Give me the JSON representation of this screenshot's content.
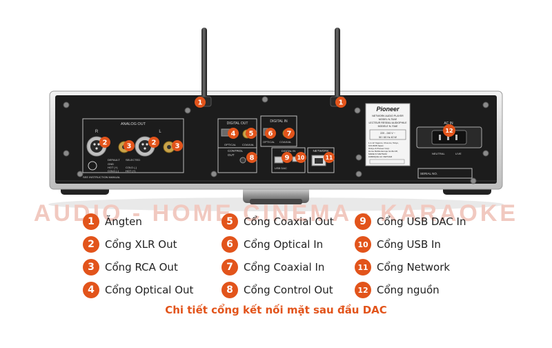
{
  "device_panel": {
    "analog_out": "ANALOG OUT",
    "left": "L",
    "right": "R",
    "default": "DEFAULT",
    "selected": "SELECTED",
    "gnd": "GND",
    "hot_plus": "HOT (+)",
    "cold_minus": "COLD (-)",
    "cold_minus_sel": "COLD (-)",
    "hot_plus_sel": "HOT (+)",
    "instruction": "SEE INSTRUCTION MANUAL",
    "digital_out": "DIGITAL OUT",
    "digital_in": "DIGITAL IN",
    "optical_out": "OPTICAL",
    "coaxial_out": "COAXIAL",
    "optical_in": "OPTICAL",
    "coaxial_in": "COAXIAL",
    "control": "CONTROL",
    "control_out": "OUT",
    "digital_in_usb": "DIGITAL IN",
    "usb_dac": "USB DAC",
    "network": "NETWORK",
    "brand": "Pioneer",
    "model_lines": [
      "NETWORK AUDIO PLAYER",
      "MODEL N-70AE",
      "LECTEUR RESEAU AUDIOPHILE",
      "MODELE N-70AE"
    ],
    "rating_lines": [
      "220 - 240 V ~",
      "50 / 60 Hz  40 W"
    ],
    "address_lines": [
      "1-1-12 Yagumo, Chuo-ku, Tokyo,",
      "104-0028 Japan",
      "Onkyo & Pioneer Corp.",
      "Home Mobile Europe GmbH 28,",
      "MADE IN VIETNAM",
      "FABRIQUE AU VIETNAM"
    ],
    "ac_in": "AC IN",
    "neutral": "NEUTRAL",
    "live": "LIVE",
    "serial": "SERIAL NO."
  },
  "markers": {
    "antenna_left": "1",
    "antenna_right": "1",
    "xlr_right": "2",
    "rca_right": "3",
    "xlr_left": "2",
    "rca_left": "3",
    "optical_out": "4",
    "coaxial_out": "5",
    "optical_in": "6",
    "coaxial_in": "7",
    "control_out": "8",
    "usb_dac": "9",
    "usb_in": "10",
    "network": "11",
    "power": "12"
  },
  "watermark": "AUDIO - HOME CINEMA - KARAOKE",
  "legend": [
    {
      "num": "1",
      "label": "Ăngten"
    },
    {
      "num": "2",
      "label": "Cổng XLR Out"
    },
    {
      "num": "3",
      "label": "Cổng RCA Out"
    },
    {
      "num": "4",
      "label": "Cổng Optical Out"
    },
    {
      "num": "5",
      "label": "Cổng Coaxial Out"
    },
    {
      "num": "6",
      "label": "Cổng Optical In"
    },
    {
      "num": "7",
      "label": "Cổng Coaxial In"
    },
    {
      "num": "8",
      "label": "Cổng Control Out"
    },
    {
      "num": "9",
      "label": "Cổng USB DAC In"
    },
    {
      "num": "10",
      "label": "Cổng USB In"
    },
    {
      "num": "11",
      "label": "Cổng Network"
    },
    {
      "num": "12",
      "label": "Cổng nguồn"
    }
  ],
  "caption": "Chi tiết cổng kết nối mặt sau đầu DAC",
  "colors": {
    "accent": "#e2541b",
    "panel": "#1c1c1c",
    "chassis": "#c8c8c8"
  }
}
